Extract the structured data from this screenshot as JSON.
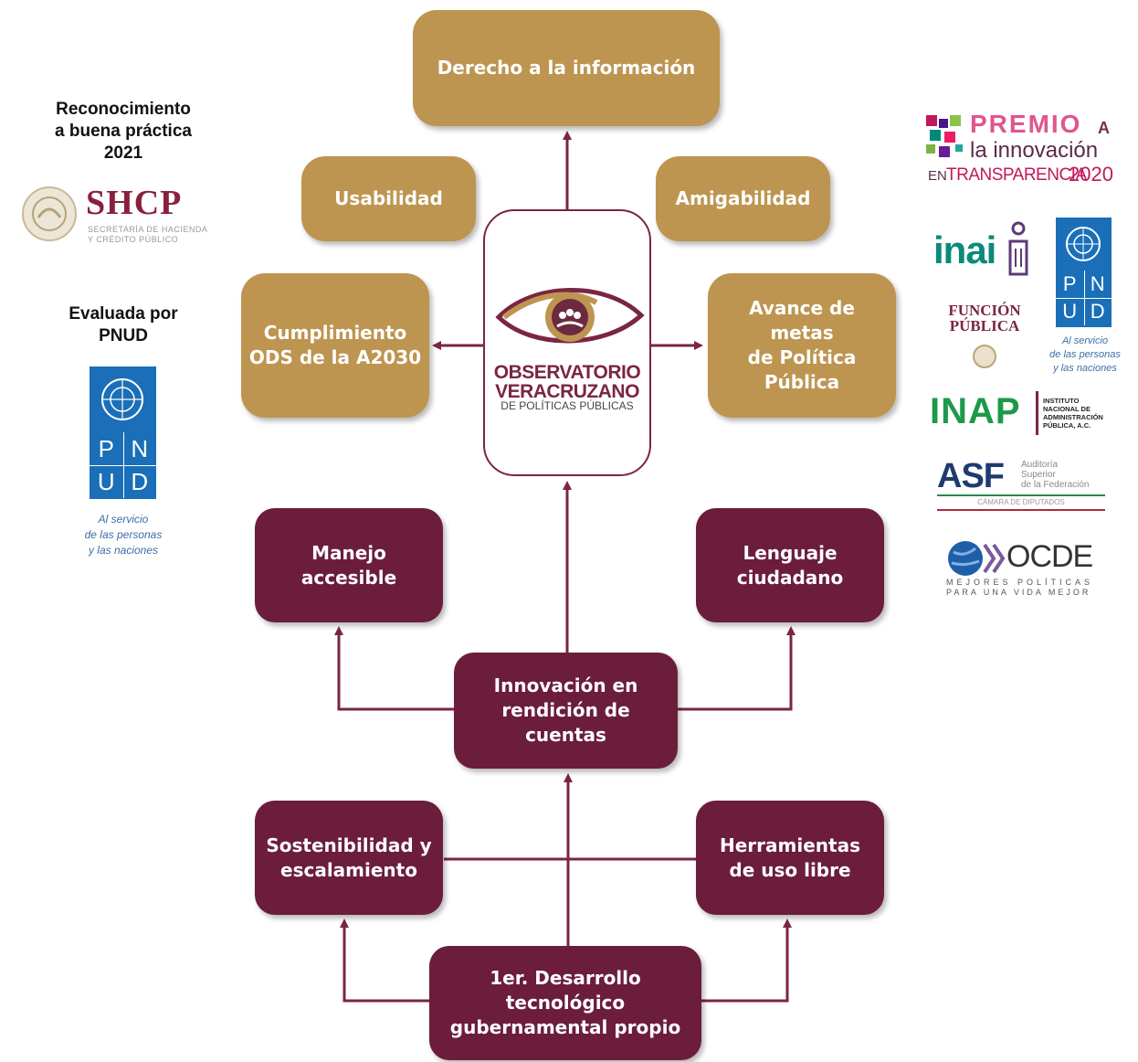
{
  "top_nodes": {
    "derecho": "Derecho a la información",
    "usabilidad": "Usabilidad",
    "amigabilidad": "Amigabilidad",
    "cumplimiento": "Cumplimiento\nODS de la A2030",
    "avance": "Avance de metas\nde Política Pública"
  },
  "center_logo": {
    "line1": "OBSERVATORIO",
    "line2": "VERACRUZANO",
    "line3": "DE POLÍTICAS PÚBLICAS"
  },
  "bottom_nodes": {
    "manejo": "Manejo accesible",
    "lenguaje": "Lenguaje\nciudadano",
    "innovacion": "Innovación en\nrendición de cuentas",
    "sostenibilidad": "Sostenibilidad y\nescalamiento",
    "herramientas": "Herramientas\nde uso libre",
    "desarrollo": "1er. Desarrollo tecnológico\ngubernamental propio"
  },
  "left_panel": {
    "recognition": "Reconocimiento\na buena práctica\n2021",
    "shcp_name": "SHCP",
    "shcp_sub1": "SECRETARÍA DE HACIENDA",
    "shcp_sub2": "Y CRÉDITO PÚBLICO",
    "evaluated": "Evaluada por\nPNUD",
    "pnud_p": "P",
    "pnud_n": "N",
    "pnud_u": "U",
    "pnud_d": "D",
    "pnud_tagline": "Al servicio\nde las personas\ny las naciones"
  },
  "right_panel": {
    "premio_1": "PREMIO",
    "premio_a": "A",
    "premio_2": "la innovación",
    "premio_en": "EN",
    "premio_3": "TRANSPARENCIA",
    "premio_year": "2020",
    "inai": "inai",
    "funcion_1": "FUNCIÓN",
    "funcion_2": "PÚBLICA",
    "pnud_tagline": "Al servicio\nde las personas\ny las naciones",
    "inap": "INAP",
    "inap_sub": "INSTITUTO\nNACIONAL DE\nADMINISTRACIÓN\nPÚBLICA, A.C.",
    "asf": "ASF",
    "asf_sub": "Auditoría\nSuperior\nde la Federación",
    "asf_chamber": "CÁMARA DE DIPUTADOS",
    "ocde": "OCDE",
    "ocde_sub1": "MEJORES POLÍTICAS",
    "ocde_sub2": "PARA UNA VIDA MEJOR"
  },
  "colors": {
    "gold": "#bd9550",
    "wine": "#6b1d3b",
    "line": "#7a2545",
    "pnud_blue": "#1a6fb8"
  }
}
